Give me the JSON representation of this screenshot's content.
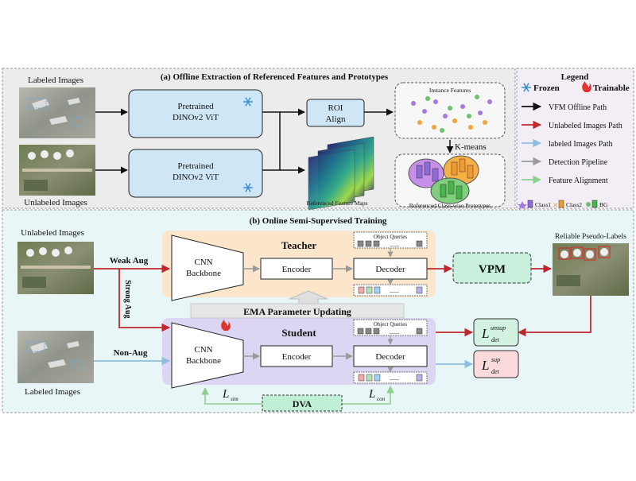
{
  "panel_a": {
    "title": "(a) Offline Extraction of Referenced Features and Prototypes",
    "labeled_images_label": "Labeled Images",
    "unlabeled_images_label": "Unlabeled Images",
    "vit_top_line1": "Pretrained",
    "vit_top_line2": "DINOv2 ViT",
    "vit_bottom_line1": "Pretrained",
    "vit_bottom_line2": "DINOv2 ViT",
    "roi_line1": "ROI",
    "roi_line2": "Align",
    "instance_features_label": "Instance Features",
    "kmeans_label": "K-means",
    "feature_maps_label": "Referenced Feature Maps",
    "prototypes_label": "Referenced Class-wise Prototypes"
  },
  "legend": {
    "title": "Legend",
    "frozen": "Frozen",
    "trainable": "Trainable",
    "items": [
      {
        "label": "VFM Offline Path",
        "color": "#111111"
      },
      {
        "label": "Unlabeled Images Path",
        "color": "#c0272d"
      },
      {
        "label": "labeled Images Path",
        "color": "#8fbfe0"
      },
      {
        "label": "Detection Pipeline",
        "color": "#9a9a9a"
      },
      {
        "label": "Feature Alignment",
        "color": "#8cd08c"
      }
    ],
    "class1": "Class1",
    "class2": "Class2",
    "bg": "BG"
  },
  "panel_b": {
    "title": "(b) Online Semi-Supervised Training",
    "unlabeled_images_label": "Unlabeled Images",
    "labeled_images_label": "Labeled Images",
    "weak_aug": "Weak Aug",
    "strong_aug": "Strong Aug",
    "non_aug": "Non-Aug",
    "teacher": "Teacher",
    "student": "Student",
    "cnn_line1": "CNN",
    "cnn_line2": "Backbone",
    "encoder": "Encoder",
    "decoder": "Decoder",
    "object_queries": "Object Queries",
    "dots": "......",
    "ema": "EMA Parameter Updating",
    "vpm": "VPM",
    "pseudo_labels": "Reliable Pseudo-Labels",
    "dva": "DVA",
    "l_sim_main": "L",
    "l_sim_sub": "sim",
    "l_con_main": "L",
    "l_con_sub": "con",
    "l_unsup_main": "L",
    "l_unsup_sup": "unsup",
    "l_unsup_sub": "det",
    "l_sup_main": "L",
    "l_sup_sup": "sup",
    "l_sup_sub": "det"
  },
  "colors": {
    "vfm_path": "#111111",
    "unlabeled_path": "#c0272d",
    "labeled_path": "#8fbfe0",
    "detection_path": "#9a9a9a",
    "alignment_path": "#8cd08c",
    "teacher_bg": "#fbe6cc",
    "student_bg": "#ddd6f3",
    "vit_fill": "#cfe6f7",
    "vpm_fill": "#c8f0dc",
    "unsup_fill": "#d4f2e2",
    "sup_fill": "#fadada",
    "panel_a_bg": "#ececec",
    "panel_b_bg": "#e8f6f8",
    "legend_bg": "#f3edf5"
  },
  "icons": {
    "frozen": "snowflake-icon",
    "trainable": "flame-icon"
  }
}
